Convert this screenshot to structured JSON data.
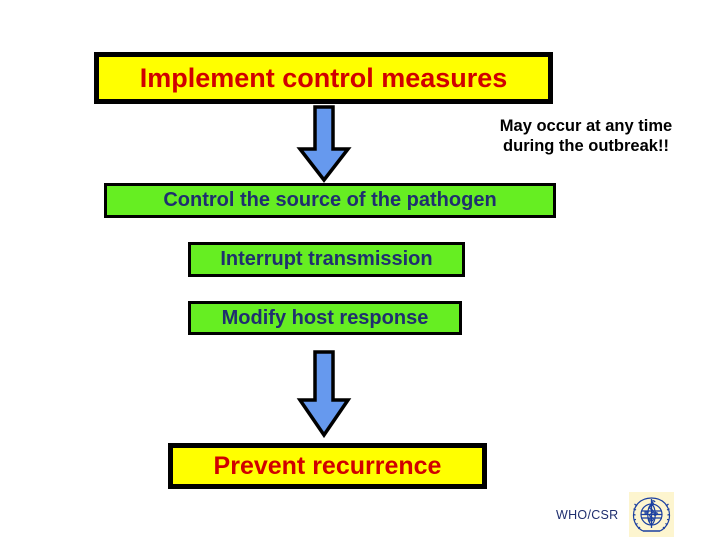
{
  "slide": {
    "title": "Implement control measures",
    "note": "May occur at any  time\nduring the outbreak!!",
    "steps": [
      {
        "label": "Control the source of the pathogen"
      },
      {
        "label": "Interrupt transmission"
      },
      {
        "label": "Modify host response"
      }
    ],
    "outcome": "Prevent recurrence",
    "arrows": [
      {
        "name": "arrow-down-top"
      },
      {
        "name": "arrow-down-bottom"
      }
    ],
    "footer": {
      "organization": "WHO/CSR",
      "logo_alt": "who-emblem"
    },
    "colors": {
      "title_fill": "#ffff00",
      "title_text": "#d00000",
      "step_fill": "#66ee22",
      "step_text": "#1f2f6f",
      "border": "#000000",
      "arrow_fill": "#6699ee",
      "arrow_stroke": "#000000",
      "note_text": "#000000",
      "footer_text": "#1f2f6f",
      "logo_bg": "#fdf5cf"
    }
  }
}
